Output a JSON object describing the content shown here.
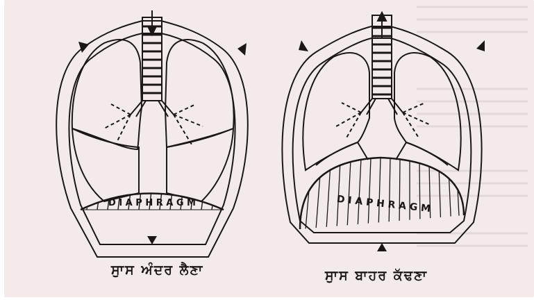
{
  "figure": {
    "left_panel": {
      "caption": "ਸੁਾਸ ਅੰਦਰ ਲੈਣਾ",
      "diaphragm_label": "D I A P H R A G M"
    },
    "right_panel": {
      "caption": "ਸੁਾਸ ਬਾਹਰ ਕੱਢਣਾ",
      "diaphragm_label": "D I A P H R A G M"
    }
  },
  "colors": {
    "paper": "#f3eaea",
    "ink": "#1b1717"
  }
}
